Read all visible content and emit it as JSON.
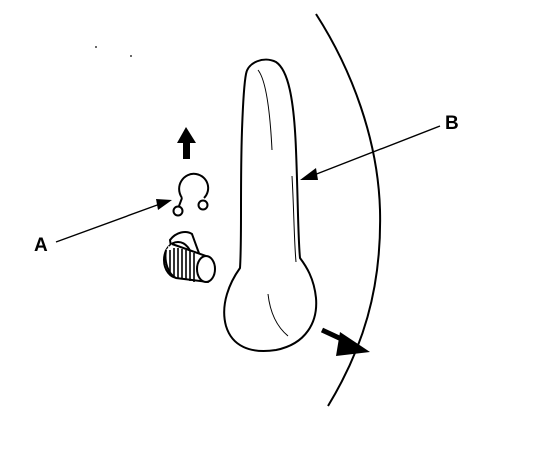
{
  "diagram": {
    "callouts": {
      "a": "A",
      "b": "B"
    },
    "colors": {
      "ink": "#000000",
      "paper": "#ffffff"
    },
    "parts": [
      "retaining-clip",
      "control-knob",
      "lever-handle",
      "trim-panel-edge"
    ]
  }
}
